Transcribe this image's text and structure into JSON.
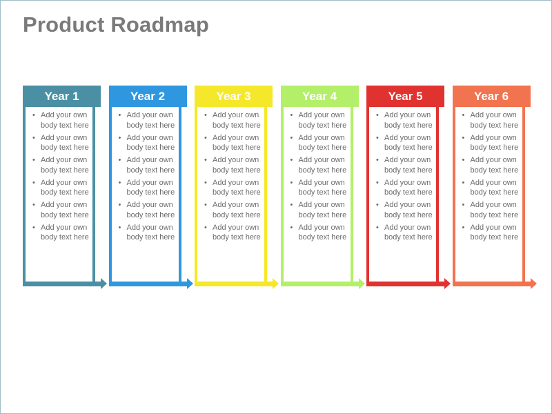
{
  "title": "Product Roadmap",
  "bullet_text": "Add your own\nbody text here",
  "columns": [
    {
      "label": "Year 1",
      "color": "#4a8fa3",
      "items": [
        "Add your own\nbody text here",
        "Add your own\nbody text here",
        "Add your own\nbody text here",
        "Add your own\nbody text here",
        "Add your own\nbody text here",
        "Add your own\nbody text here"
      ]
    },
    {
      "label": "Year 2",
      "color": "#2f97e0",
      "items": [
        "Add your own\nbody text here",
        "Add your own\nbody text here",
        "Add your own\nbody text here",
        "Add your own\nbody text here",
        "Add your own\nbody text here",
        "Add your own\nbody text here"
      ]
    },
    {
      "label": "Year 3",
      "color": "#f5e82a",
      "items": [
        "Add your own\nbody text here",
        "Add your own\nbody text here",
        "Add your own\nbody text here",
        "Add your own\nbody text here",
        "Add your own\nbody text here",
        "Add your own\nbody text here"
      ]
    },
    {
      "label": "Year 4",
      "color": "#b4ef6a",
      "items": [
        "Add your own\nbody text here",
        "Add your own\nbody text here",
        "Add your own\nbody text here",
        "Add your own\nbody text here",
        "Add your own\nbody text here",
        "Add your own\nbody text here"
      ]
    },
    {
      "label": "Year 5",
      "color": "#e0322f",
      "items": [
        "Add your own\nbody text here",
        "Add your own\nbody text here",
        "Add your own\nbody text here",
        "Add your own\nbody text here",
        "Add your own\nbody text here",
        "Add your own\nbody text here"
      ]
    },
    {
      "label": "Year 6",
      "color": "#f2734f",
      "items": [
        "Add your own\nbody text here",
        "Add your own\nbody text here",
        "Add your own\nbody text here",
        "Add your own\nbody text here",
        "Add your own\nbody text here",
        "Add your own\nbody text here"
      ]
    }
  ]
}
